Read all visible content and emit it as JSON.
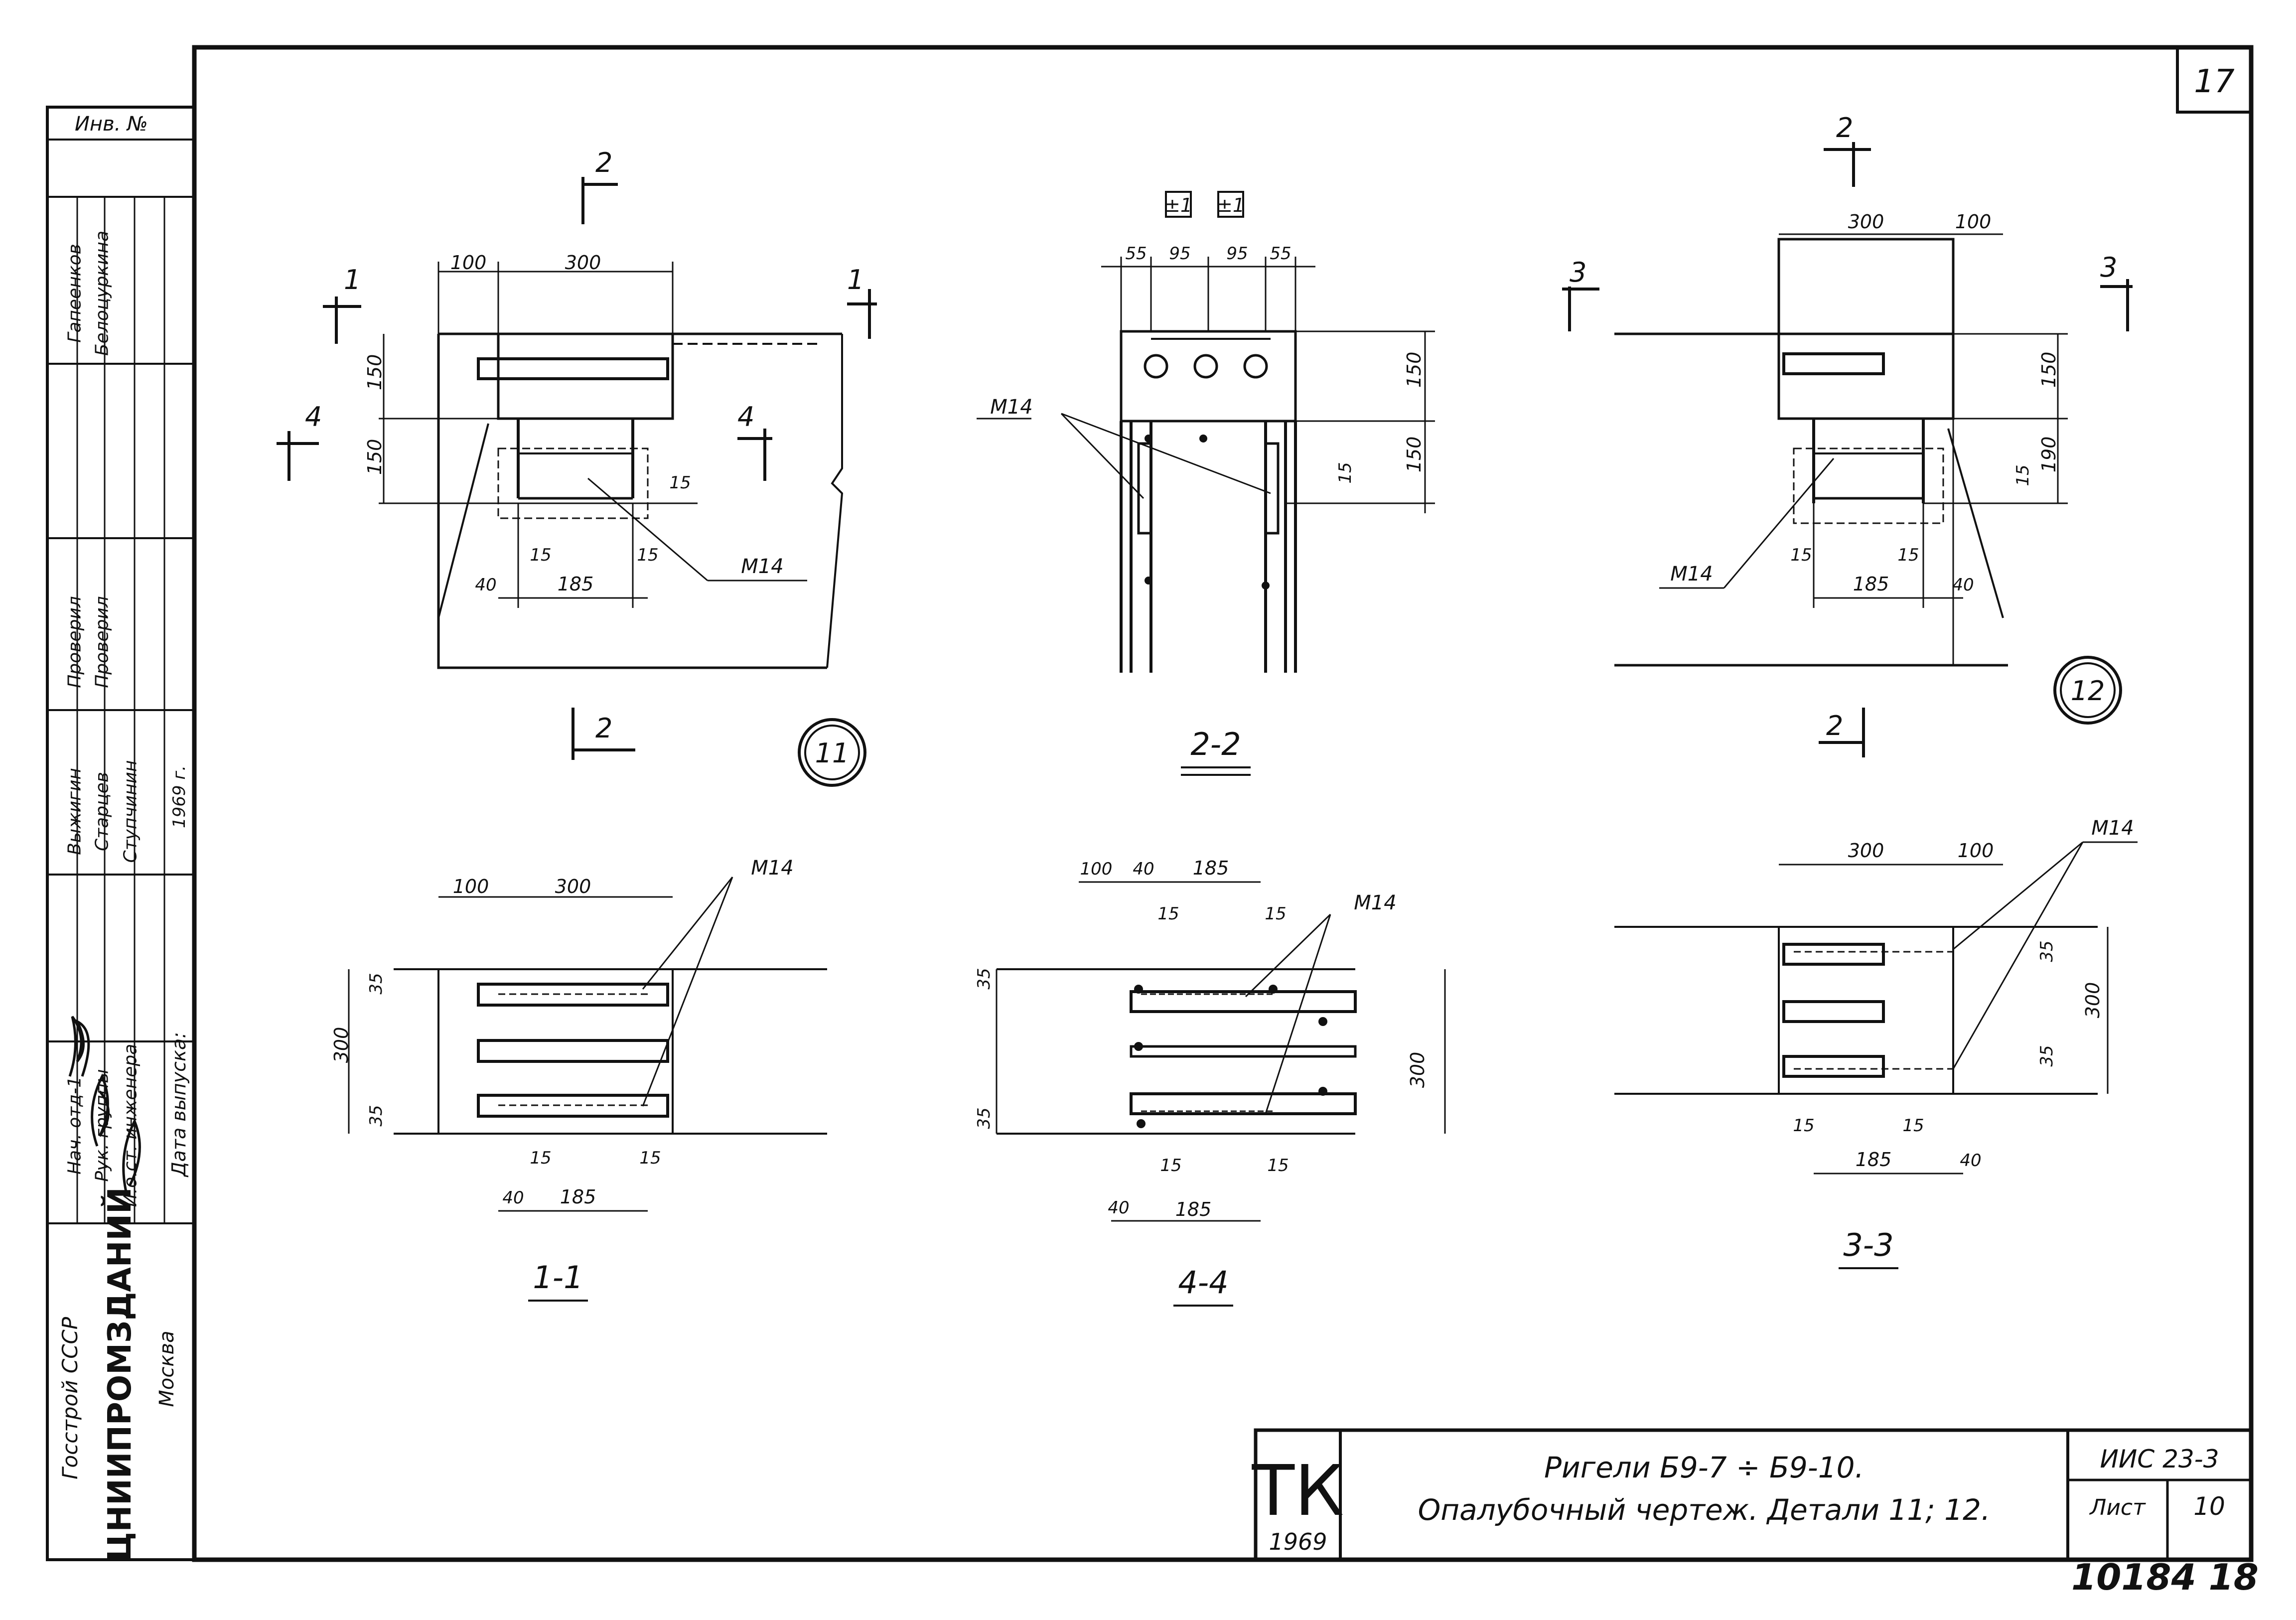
{
  "sheet_number_corner": "17",
  "side_stamp": {
    "inv_label": "Инв. №",
    "org_ministry": "Госстрой СССР",
    "org_name": "ЦНИИПРОМЗДАНИЙ",
    "org_city": "Москва",
    "roles": [
      "Нач. отд-1",
      "Рук. группы",
      "И.о.ст. инженера"
    ],
    "names_signed": [
      "Выжигин",
      "Старцев",
      "Ступчинин"
    ],
    "checked_label": "Проверил",
    "checked_label_2": "Проверил",
    "checked_names": [
      "Гапеенков",
      "Белоцуркина"
    ],
    "release_date_label": "Дата выпуска:",
    "year_handwritten": "1969 г."
  },
  "title_block": {
    "series_code": "ТК",
    "series_year": "1969",
    "title_line1": "Ригели Б9-7 ÷ Б9-10.",
    "title_line2": "Опалубочный чертеж. Детали 11; 12.",
    "doc_code": "ИИС 23-3",
    "sheet_label": "Лист",
    "sheet_value": "10",
    "inventory_number": "10184 18"
  },
  "details": {
    "d11": {
      "mark": "11",
      "section_marks": [
        "1",
        "1",
        "2",
        "2",
        "4",
        "4"
      ],
      "dims": [
        "100",
        "300",
        "150",
        "150",
        "15",
        "15",
        "15",
        "185",
        "40"
      ],
      "anchor": "М14"
    },
    "d22": {
      "caption": "2-2",
      "marks": [
        "±1",
        "±1"
      ],
      "dims": [
        "55",
        "95",
        "95",
        "55",
        "150",
        "150",
        "15"
      ],
      "anchor": "М14"
    },
    "d12": {
      "mark": "12",
      "section_marks": [
        "2",
        "2",
        "3",
        "3"
      ],
      "dims": [
        "300",
        "100",
        "150",
        "190",
        "15",
        "15",
        "15",
        "185",
        "40"
      ],
      "anchor": "М14"
    },
    "d11_section": {
      "caption": "1-1",
      "dims": [
        "100",
        "300",
        "35",
        "300",
        "35",
        "40",
        "185",
        "15",
        "15"
      ],
      "anchor": "М14"
    },
    "d44": {
      "caption": "4-4",
      "dims": [
        "100",
        "40",
        "185",
        "15",
        "15",
        "35",
        "35",
        "300",
        "40",
        "185",
        "15",
        "15"
      ],
      "anchor": "М14"
    },
    "d33": {
      "caption": "3-3",
      "dims": [
        "300",
        "100",
        "35",
        "300",
        "35",
        "15",
        "15",
        "185",
        "40"
      ],
      "anchor": "М14"
    }
  }
}
